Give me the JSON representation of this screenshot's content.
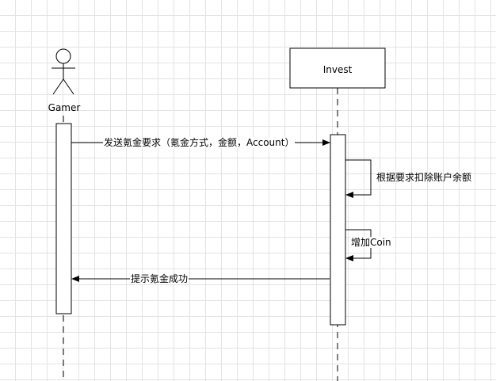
{
  "diagram": {
    "actor": {
      "name": "Gamer"
    },
    "participant": {
      "name": "Invest"
    },
    "messages": [
      {
        "label": "发送氪金要求（氪金方式，金额，Account）",
        "from": "Gamer",
        "to": "Invest",
        "kind": "sync"
      },
      {
        "label": "根据要求扣除账户余额",
        "from": "Invest",
        "to": "Invest",
        "kind": "self"
      },
      {
        "label": "增加Coin",
        "from": "Invest",
        "to": "Invest",
        "kind": "self"
      },
      {
        "label": "提示氪金成功",
        "from": "Invest",
        "to": "Gamer",
        "kind": "sync"
      }
    ]
  }
}
